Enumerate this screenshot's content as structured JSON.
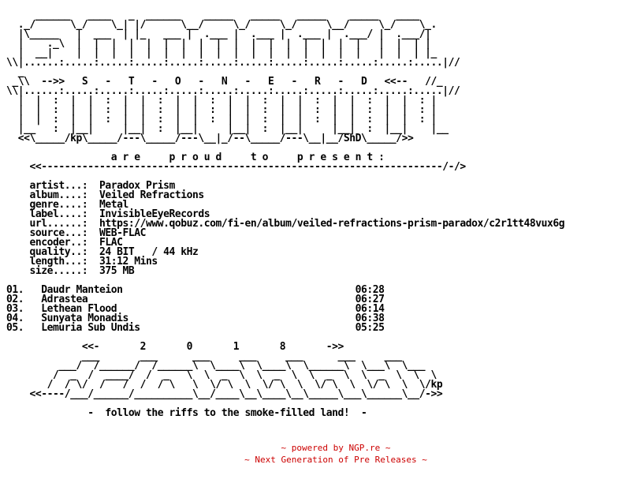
{
  "nfo": {
    "logo_top": [
      "     ______   ____   _  ______    _____   _____   _____    _____   ____",
      "  ._/      \\_/    \\_| |/      \\__/     \\_/     \\_/     \\__/     \\_/    \\_.",
      "  |\\_____   |  ___  | |_   ___ |  .___ |  .___ |  .___ |  .___/ |  .___/|",
      "  |    ._\\  |  |  |  |  |  |  |  |  |  |  |  |  |  |  |  |  |   |  |  | |",
      "  |  __|    |  |  |  |  |  |  |  |  |  |  |  |  |  |  |  |  |   |  |  | |_",
      "\\\\|......:.....:.....:.....:.....:.....:.....:.....:.....:.....:.....:.....|//",
      "  _"
    ],
    "logo_name": " _\\\\  -->>   S   -   T   -   O   -   N   -   E   -   R   -   D   <<--   //_",
    "logo_bottom": [
      "\\\\|......:.....:.....:.....:.....:.....:.....:.....:.....:.....:.....:.....|//",
      "  |  |  :  |  |  :  |  |  :  |  |  :  |  |  :  |  |  :  |  |  :  |  |  : |",
      "  |  |  :  |  |  :  |  |  :  |  |  :  |  |  :  |  |  :  |  |  :  |  |  : |",
      "  |  |  :  |  |  :  |  |  :  |  |  :  |  |  :  |  |  :  |  |  :  |  |  : |",
      "  |__   :  |__|     |__|  :  |__|     |__|  :  |__|     |__|  :  |__|    |__",
      "  <<\\_____/kp\\_____/---\\_____/---\\__|_/--\\_____/---\\__|__/ShD\\_____/>>"
    ],
    "present": "                  a r e     p r o u d     t o     p r e s e n t :",
    "divider_top": "    <<---------------------------------------------------------------------/-/>",
    "info": [
      {
        "label": "artist...:",
        "value": "Paradox Prism"
      },
      {
        "label": "album....:",
        "value": "Veiled Refractions"
      },
      {
        "label": "genre....:",
        "value": "Metal"
      },
      {
        "label": "label....:",
        "value": "InvisibleEyeRecords"
      },
      {
        "label": "url......:",
        "value": "https://www.qobuz.com/fi-en/album/veiled-refractions-prism-paradox/c2r1tt48vux6g"
      },
      {
        "label": "source...:",
        "value": "WEB-FLAC"
      },
      {
        "label": "encoder..:",
        "value": "FLAC"
      },
      {
        "label": "quality..:",
        "value": "24 BIT   / 44 kHz"
      },
      {
        "label": "length...:",
        "value": "31:12 Mins"
      },
      {
        "label": "size.....:",
        "value": "375 MB"
      }
    ],
    "tracks": [
      {
        "num": "01.",
        "title": "Daudr Manteion",
        "time": "06:28"
      },
      {
        "num": "02.",
        "title": "Adrastea",
        "time": "06:27"
      },
      {
        "num": "03.",
        "title": "Lethean Flood",
        "time": "06:14"
      },
      {
        "num": "04.",
        "title": "Sunyata Monadis",
        "time": "06:38"
      },
      {
        "num": "05.",
        "title": "Lemuria Sub Undis",
        "time": "05:25"
      }
    ],
    "year_line": "             <<-       2       0       1       8       ->>",
    "year_art": [
      "             ___       ___      ___     ___     ___      ___     ___",
      "         ___/  /______/  /______\\  \\____\\  \\____\\  \\______\\  \\___\\  \\___",
      "        /  _  /  ____/  /  _   \\  \\  _  \\  \\  _  \\  \\  _  \\  \\  _  \\  \\  \\",
      "       /  / \\/  /   /  /  / \\   \\  \\/ \\  \\  \\/ \\  \\  \\/ \\  \\  \\/ \\  \\  \\/kp",
      "    <<----/___/______/__________\\__/____\\__\\____\\__\\_____\\___\\______\\__/->>"
    ],
    "tagline": "              -  follow the riffs to the smoke-filled land!  -"
  },
  "footer": {
    "line1": "~ powered by NGP.re ~",
    "line2": "~ Next Generation of Pre Releases ~"
  }
}
